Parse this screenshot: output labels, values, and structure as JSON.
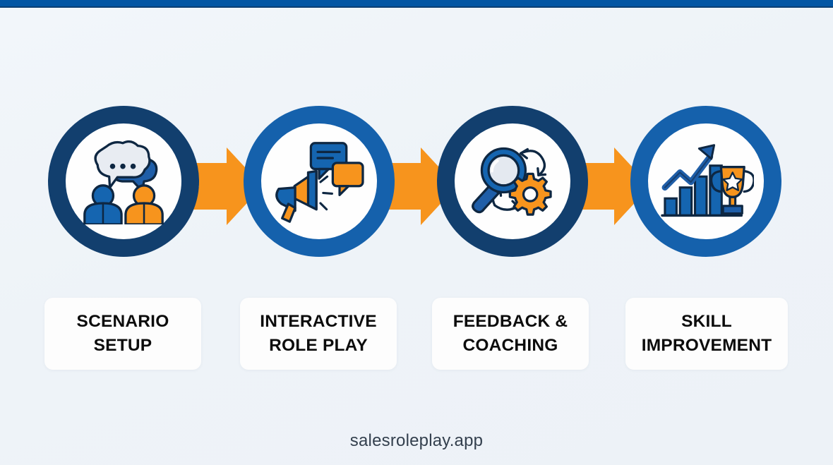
{
  "page": {
    "background_color": "#eef3f8",
    "top_bar_color": "#0356a4"
  },
  "palette": {
    "navy_ring": "#123f6e",
    "blue_ring": "#1561ac",
    "arrow_orange": "#f7941d",
    "icon_blue": "#1565b0",
    "icon_navy": "#123f6e",
    "icon_orange": "#f7941d",
    "card_white": "#fdfdfd",
    "label_text": "#0c0c0c",
    "footer_text": "#34404e"
  },
  "flow": {
    "steps": [
      {
        "index": 1,
        "label": "SCENARIO\nSETUP",
        "icon": "two-people-speech-bubbles-icon",
        "ring_color": "#123f6e"
      },
      {
        "index": 2,
        "label": "INTERACTIVE\nROLE PLAY",
        "icon": "megaphone-chat-bubbles-icon",
        "ring_color": "#1561ac"
      },
      {
        "index": 3,
        "label": "FEEDBACK &\nCOACHING",
        "icon": "magnifier-gear-refresh-icon",
        "ring_color": "#123f6e"
      },
      {
        "index": 4,
        "label": "SKILL\nIMPROVEMENT",
        "icon": "growth-chart-trophy-icon",
        "ring_color": "#1561ac"
      }
    ],
    "connectors": [
      {
        "from": 1,
        "to": 2,
        "icon": "arrow-right-icon",
        "color": "#f7941d"
      },
      {
        "from": 2,
        "to": 3,
        "icon": "arrow-right-icon",
        "color": "#f7941d"
      },
      {
        "from": 3,
        "to": 4,
        "icon": "arrow-right-icon",
        "color": "#f7941d"
      }
    ]
  },
  "footer": {
    "website": "salesroleplay.app"
  }
}
